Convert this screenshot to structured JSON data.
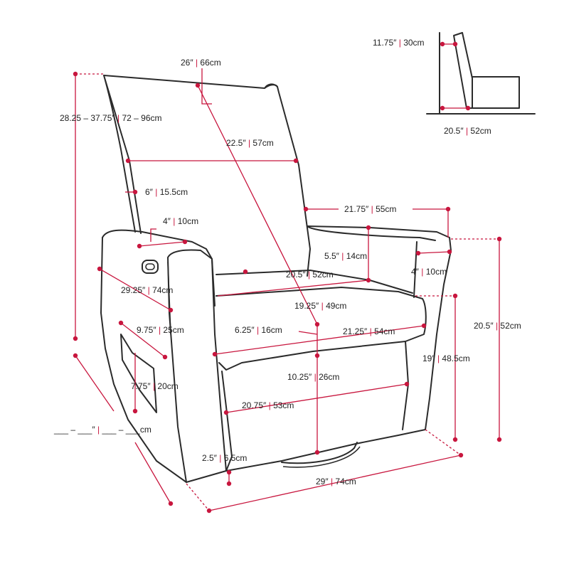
{
  "colors": {
    "accent": "#c8163e",
    "line": "#2b2b2b",
    "text": "#222222"
  },
  "labels": {
    "back_height": {
      "in": "28.25 – 37.75″",
      "cm": "72 – 96cm"
    },
    "top_width": {
      "in": "26″",
      "cm": "66cm"
    },
    "back_width": {
      "in": "22.5″",
      "cm": "57cm"
    },
    "back_depth": {
      "in": "6″",
      "cm": "15.5cm"
    },
    "arm_top_width": {
      "in": "4″",
      "cm": "10cm"
    },
    "arm_height_side": {
      "in": "21.75″",
      "cm": "55cm"
    },
    "arm_thickness": {
      "in": "5.5″",
      "cm": "14cm"
    },
    "arm_front_width": {
      "in": "4″",
      "cm": "10cm"
    },
    "seat_depth_back": {
      "in": "20.5″",
      "cm": "52cm"
    },
    "arm_length": {
      "in": "29.25″",
      "cm": "74cm"
    },
    "seat_depth": {
      "in": "19.25″",
      "cm": "49cm"
    },
    "front_rail": {
      "in": "9.75″",
      "cm": "25cm"
    },
    "cushion_height": {
      "in": "6.25″",
      "cm": "16cm"
    },
    "seat_width": {
      "in": "21.25″",
      "cm": "54cm"
    },
    "arm_to_seat": {
      "in": "7.75″",
      "cm": "20cm"
    },
    "seat_to_floor": {
      "in": "10.25″",
      "cm": "26cm"
    },
    "front_width": {
      "in": "20.75″",
      "cm": "53cm"
    },
    "blank_dimension": {
      "in": "___ – ___″",
      "cm": "___ – ___cm"
    },
    "base_clearance": {
      "in": "2.5″",
      "cm": "6.5cm"
    },
    "overall_width": {
      "in": "29″",
      "cm": "74cm"
    },
    "arm_height": {
      "in": "20.5″",
      "cm": "52cm"
    },
    "seat_height": {
      "in": "19″",
      "cm": "48.5cm"
    },
    "recline_clearance": {
      "in": "11.75″",
      "cm": "30cm"
    },
    "wall_distance": {
      "in": "20.5″",
      "cm": "52cm"
    }
  }
}
